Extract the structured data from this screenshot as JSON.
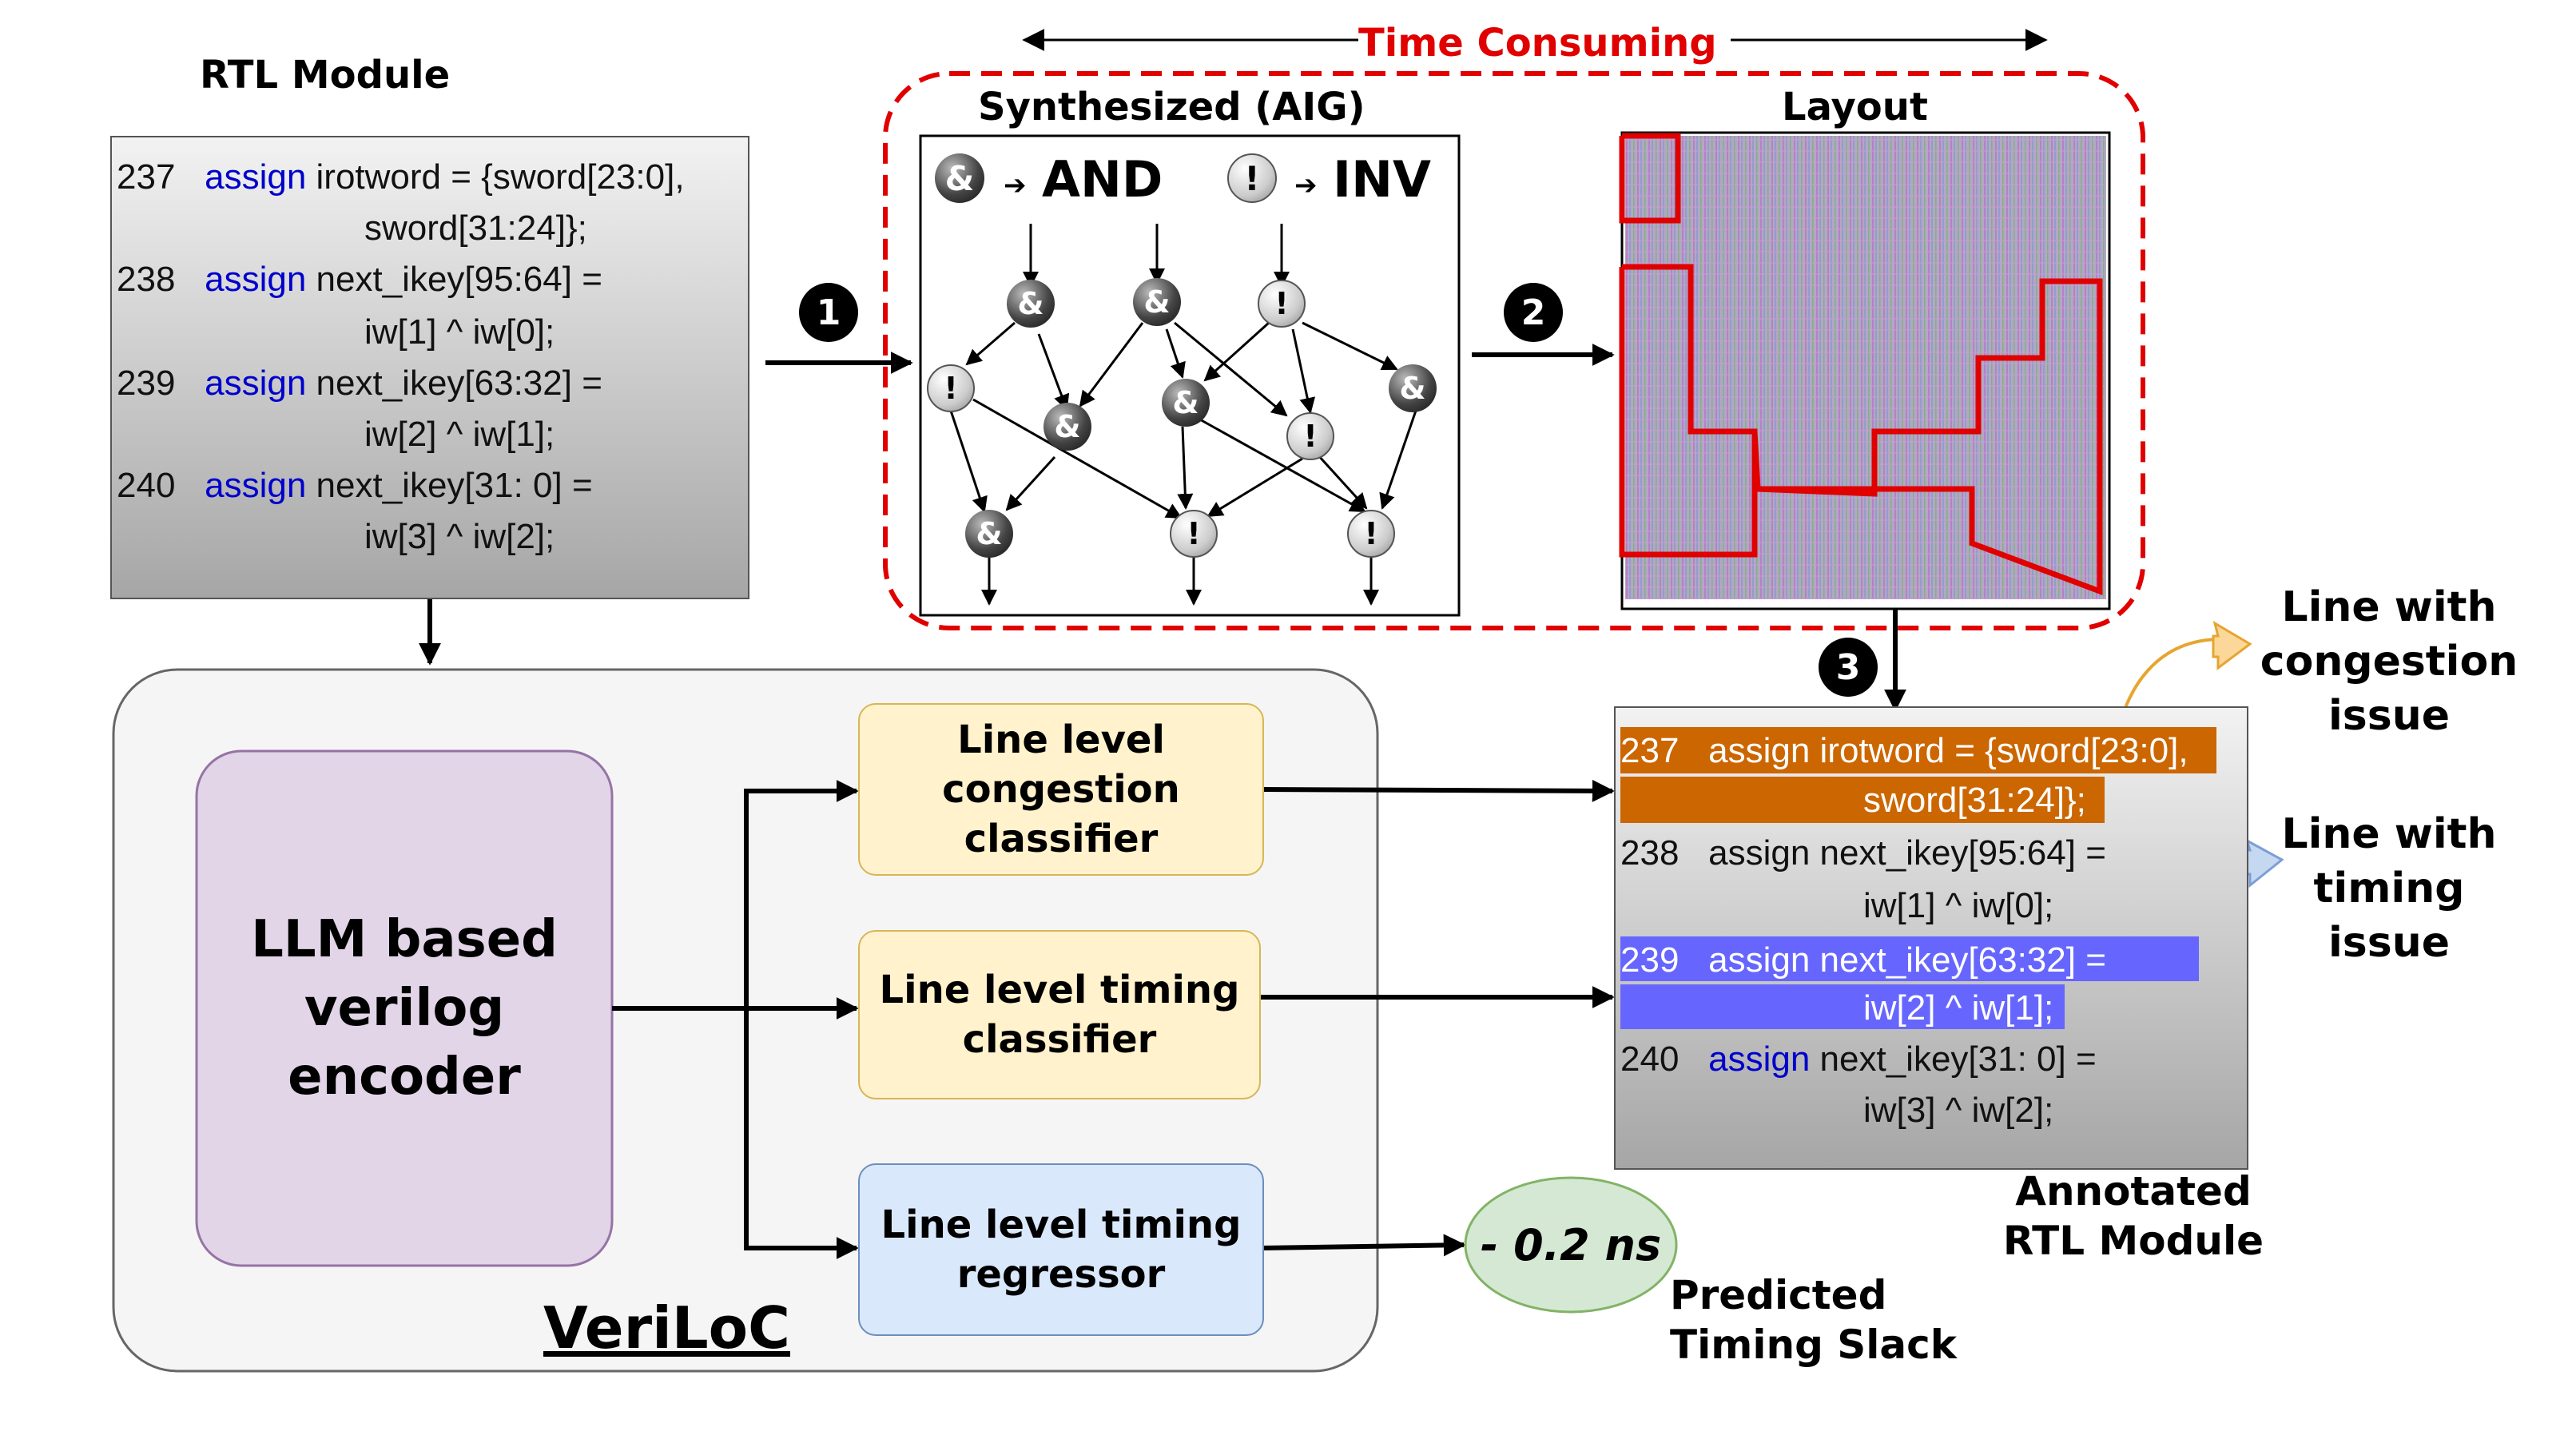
{
  "rtl": {
    "title": "RTL Module",
    "lines": [
      {
        "num": "237",
        "kw": "assign",
        "text": "irotword = {sword[23:0],",
        "cont": "sword[31:24]};"
      },
      {
        "num": "238",
        "kw": "assign",
        "text": "next_ikey[95:64] =",
        "cont": "iw[1] ^ iw[0];"
      },
      {
        "num": "239",
        "kw": "assign",
        "text": "next_ikey[63:32] =",
        "cont": "iw[2] ^ iw[1];"
      },
      {
        "num": "240",
        "kw": "assign",
        "text": "next_ikey[31: 0] =",
        "cont": "iw[3] ^ iw[2];"
      }
    ]
  },
  "time_consuming": "Time Consuming",
  "aig": {
    "title": "Synthesized (AIG)",
    "and_symbol": "&",
    "and_label": "AND",
    "inv_symbol": "!",
    "inv_label": "INV"
  },
  "layout": {
    "title": "Layout"
  },
  "steps": [
    "1",
    "2",
    "3"
  ],
  "veriloc": {
    "label": "VeriLoC",
    "encoder": "LLM based verilog encoder",
    "congestion_classifier": "Line level congestion classifier",
    "timing_classifier": "Line level timing classifier",
    "timing_regressor": "Line level timing regressor"
  },
  "prediction": {
    "value": "- 0.2 ns",
    "label": "Predicted Timing Slack"
  },
  "annotated": {
    "title": "Annotated RTL Module",
    "congestion_note": "Line with congestion issue",
    "timing_note": "Line with timing issue"
  },
  "colors": {
    "congestion_highlight": "#cc6600",
    "timing_highlight": "#6666ff",
    "keyword": "#0000cc",
    "dashed_border": "#e00000",
    "classifier_fill": "#fff2cc",
    "regressor_fill": "#dae8fc",
    "encoder_fill": "#e1d5e7",
    "slack_fill": "#d5e8d4"
  }
}
